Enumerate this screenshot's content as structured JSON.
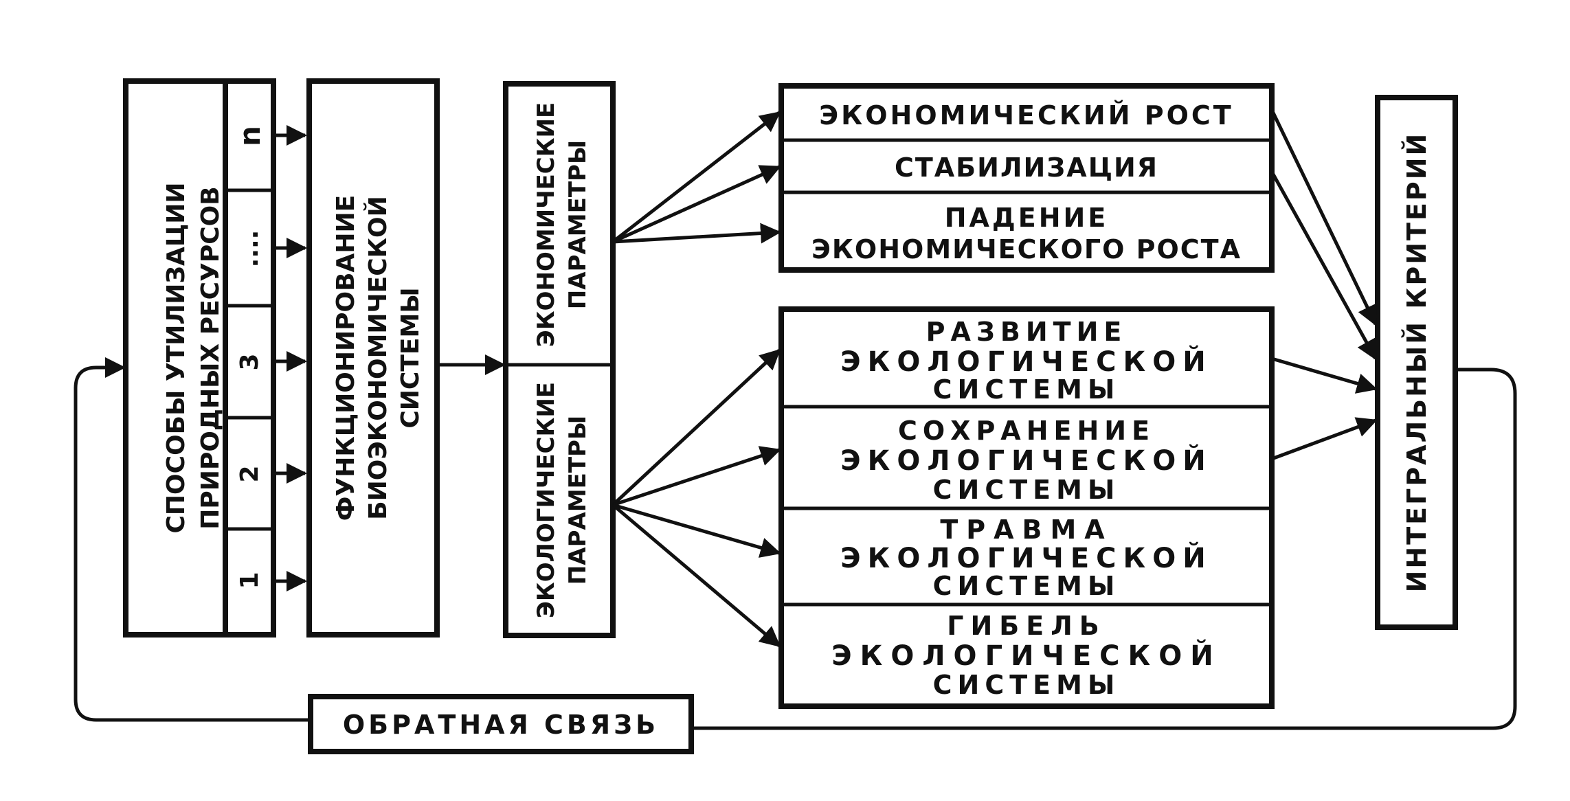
{
  "methods": {
    "title_line1": "СПОСОБЫ УТИЛИЗАЦИИ",
    "title_line2": "ПРИРОДНЫХ РЕСУРСОВ",
    "cells": [
      "1",
      "2",
      "3",
      "....",
      "n"
    ]
  },
  "functioning": {
    "line1": "ФУНКЦИОНИРОВАНИЕ",
    "line2": "БИОЭКОНОМИЧЕСКОЙ",
    "line3": "СИСТЕМЫ"
  },
  "parameters": {
    "economic_line1": "ЭКОНОМИЧЕСКИЕ",
    "economic_line2": "ПАРАМЕТРЫ",
    "ecological_line1": "ЭКОЛОГИЧЕСКИЕ",
    "ecological_line2": "ПАРАМЕТРЫ"
  },
  "economic_outcomes": {
    "growth": "ЭКОНОМИЧЕСКИЙ РОСТ",
    "stabilization": "СТАБИЛИЗАЦИЯ",
    "decline_line1": "ПАДЕНИЕ",
    "decline_line2": "ЭКОНОМИЧЕСКОГО РОСТА"
  },
  "ecological_outcomes": {
    "development_line1": "РАЗВИТИЕ",
    "development_line2": "ЭКОЛОГИЧЕСКОЙ",
    "development_line3": "СИСТЕМЫ",
    "preservation_line1": "СОХРАНЕНИЕ",
    "preservation_line2": "ЭКОЛОГИЧЕСКОЙ",
    "preservation_line3": "СИСТЕМЫ",
    "trauma_line1": "ТРАВМА",
    "trauma_line2": "ЭКОЛОГИЧЕСКОЙ",
    "trauma_line3": "СИСТЕМЫ",
    "death_line1": "ГИБЕЛЬ",
    "death_line2": "ЭКОЛОГИЧЕСКОЙ",
    "death_line3": "СИСТЕМЫ"
  },
  "criterion": {
    "label": "ИНТЕГРАЛЬНЫЙ КРИТЕРИЙ"
  },
  "feedback": {
    "label": "ОБРАТНАЯ СВЯЗЬ"
  }
}
